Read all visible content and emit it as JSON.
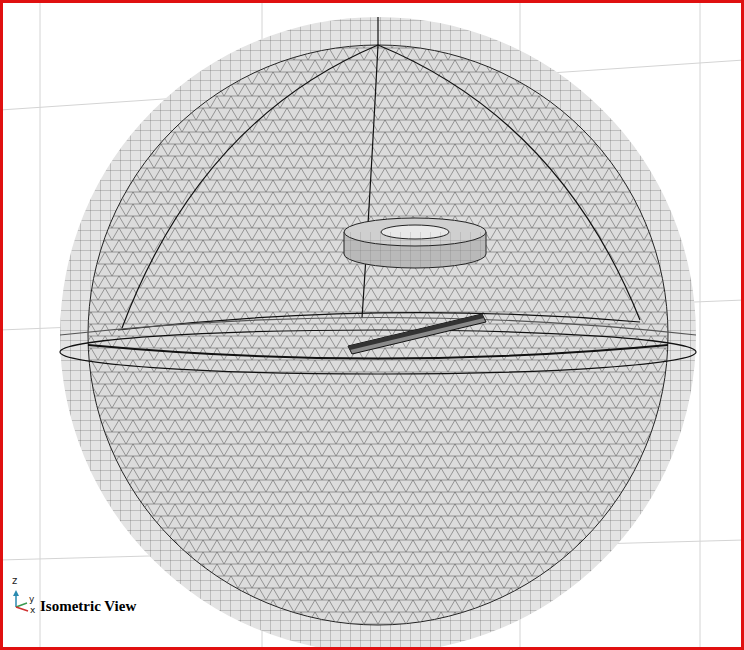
{
  "diagram": {
    "labels": [
      "z",
      "y",
      "x",
      "Isometric View"
    ]
  }
}
